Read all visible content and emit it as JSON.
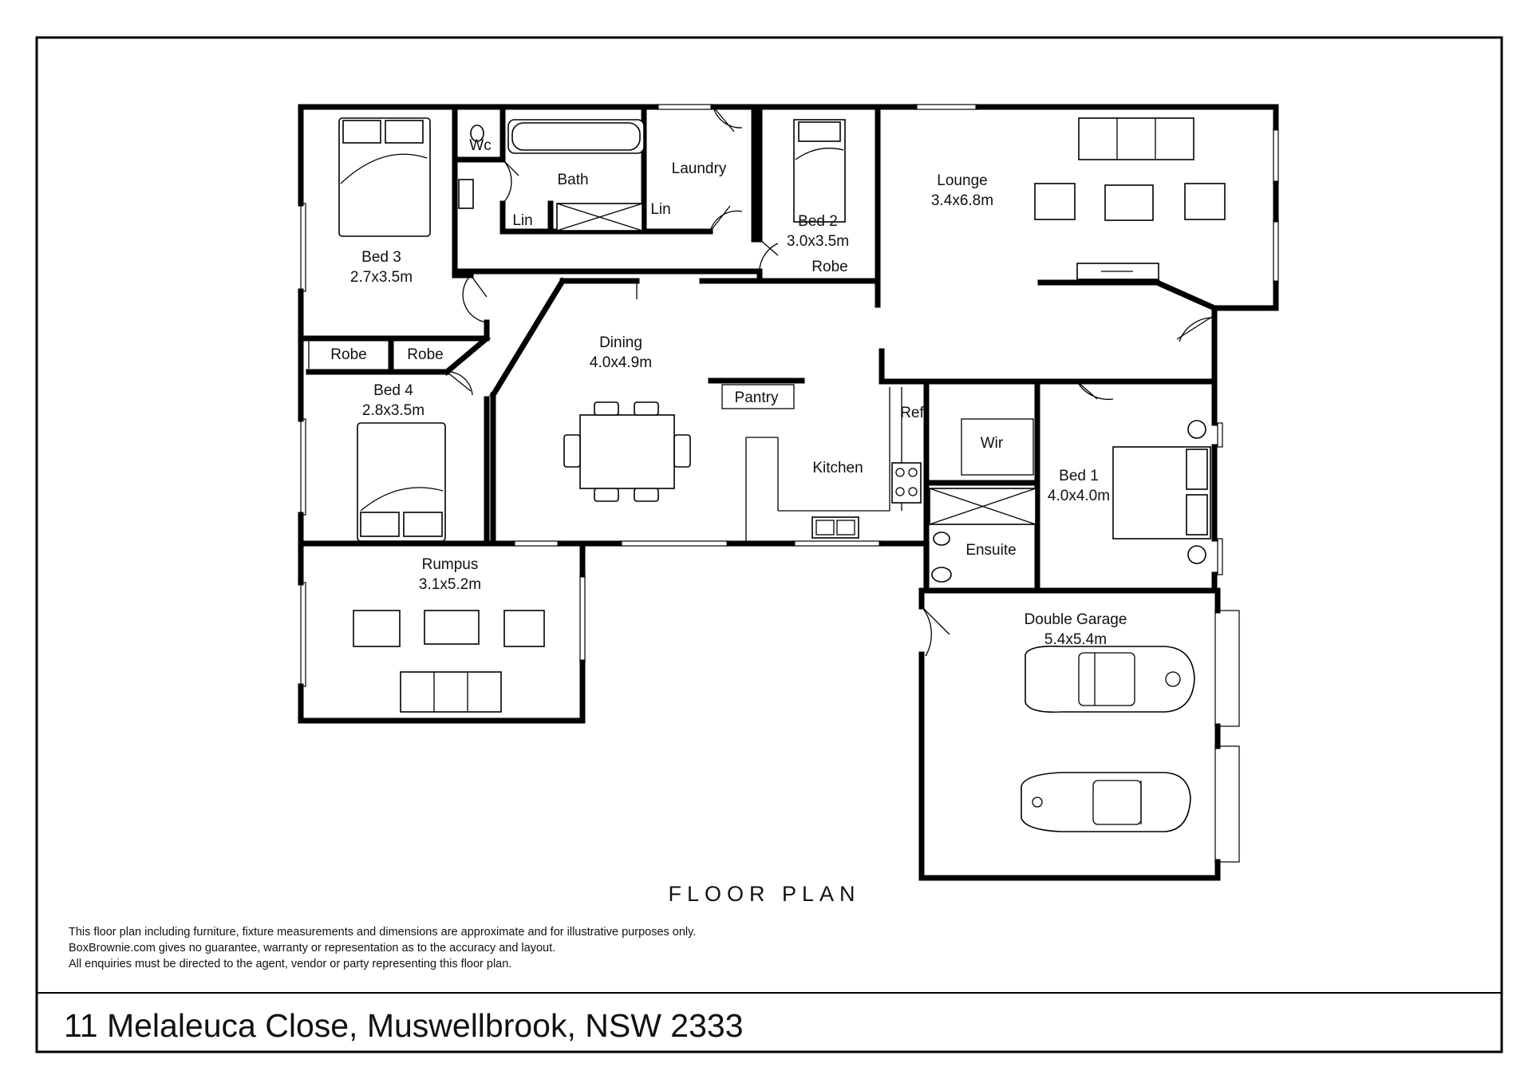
{
  "plan": {
    "title": "FLOOR PLAN",
    "rooms": [
      {
        "name": "Bed 3",
        "size": "2.7x3.5m"
      },
      {
        "name": "Wc"
      },
      {
        "name": "Bath"
      },
      {
        "name": "Lin"
      },
      {
        "name": "Laundry"
      },
      {
        "name": "Lin"
      },
      {
        "name": "Bed 2",
        "size": "3.0x3.5m"
      },
      {
        "name": "Robe"
      },
      {
        "name": "Lounge",
        "size": "3.4x6.8m"
      },
      {
        "name": "Robe"
      },
      {
        "name": "Robe"
      },
      {
        "name": "Dining",
        "size": "4.0x4.9m"
      },
      {
        "name": "Pantry"
      },
      {
        "name": "Ref"
      },
      {
        "name": "Kitchen"
      },
      {
        "name": "Bed 4",
        "size": "2.8x3.5m"
      },
      {
        "name": "Wir"
      },
      {
        "name": "Bed 1",
        "size": "4.0x4.0m"
      },
      {
        "name": "Ensuite"
      },
      {
        "name": "Rumpus",
        "size": "3.1x5.2m"
      },
      {
        "name": "Double Garage",
        "size": "5.4x5.4m"
      }
    ]
  },
  "disclaimer": [
    "This floor plan including furniture, fixture measurements and dimensions are approximate and for illustrative purposes only.",
    "BoxBrownie.com gives no guarantee, warranty or representation as to the accuracy and layout.",
    "All enquiries must be directed to the agent, vendor or party representing this floor plan."
  ],
  "address": "11 Melaleuca Close, Muswellbrook, NSW 2333"
}
